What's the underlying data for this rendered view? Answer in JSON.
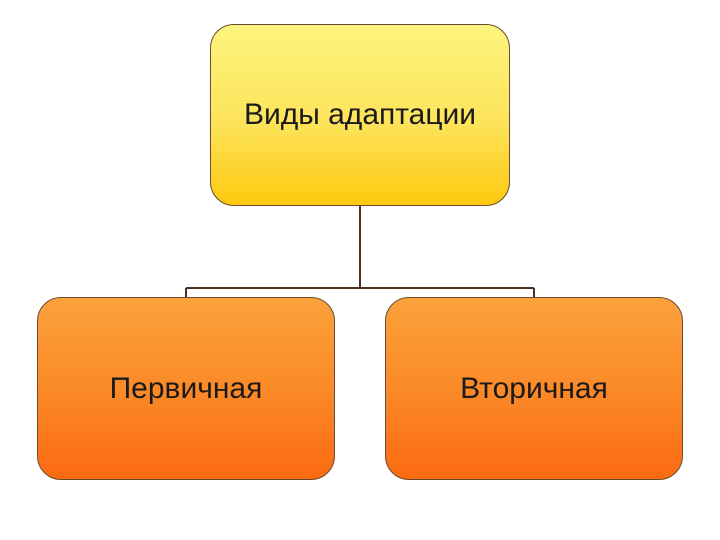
{
  "diagram": {
    "root": {
      "label": "Виды адаптации"
    },
    "children": [
      {
        "label": "Первичная"
      },
      {
        "label": "Вторичная"
      }
    ]
  },
  "colors": {
    "root_fill_top": "#fdf57e",
    "root_fill_bottom": "#fdc90e",
    "child_fill_top": "#fba23c",
    "child_fill_bottom": "#fb6a10",
    "border": "#6b4a2e",
    "connector": "#4a3322"
  }
}
